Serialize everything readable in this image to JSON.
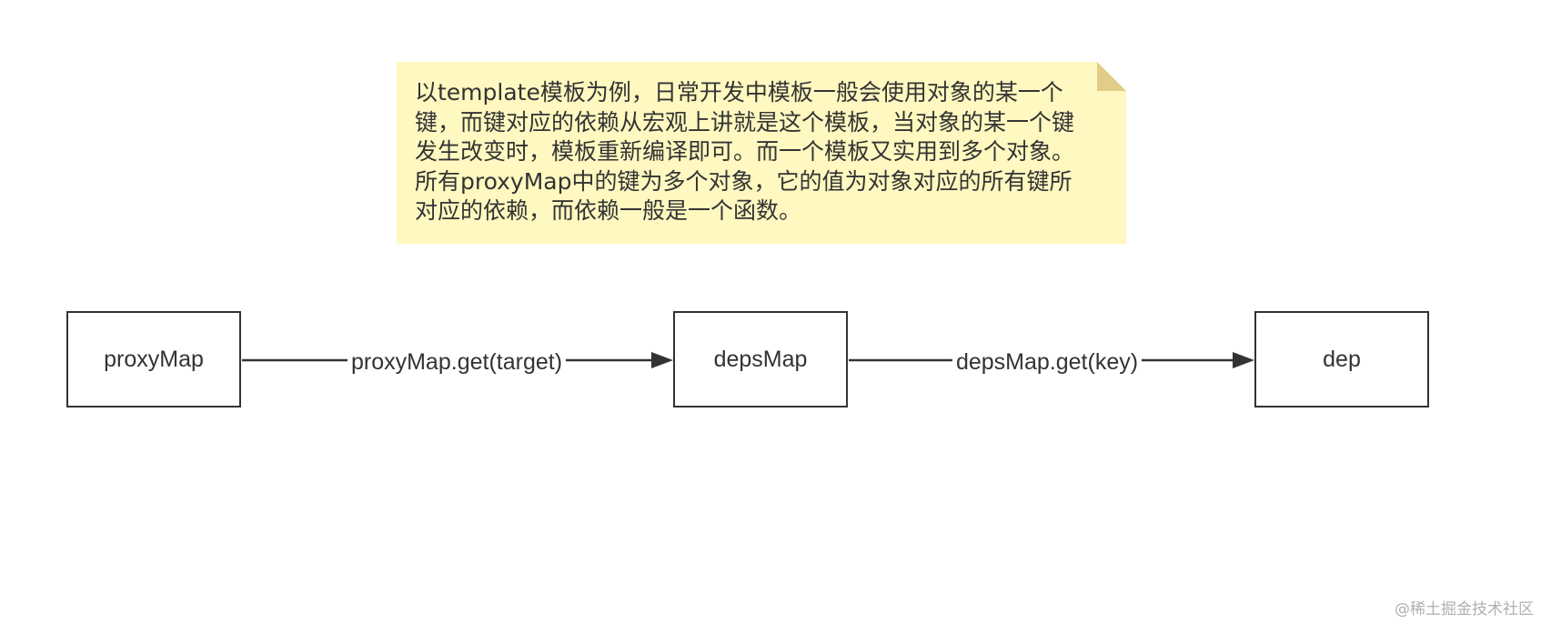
{
  "note": {
    "text": "以template模板为例，日常开发中模板一般会使用对象的某一个\n键，而键对应的依赖从宏观上讲就是这个模板，当对象的某一个键\n发生改变时，模板重新编译即可。而一个模板又实用到多个对象。\n所有proxyMap中的键为多个对象，它的值为对象对应的所有键所\n对应的依赖，而依赖一般是一个函数。",
    "fill_color": "#fff8c0",
    "fold_color": "#e2cd88"
  },
  "nodes": {
    "proxy_map": "proxyMap",
    "deps_map": "depsMap",
    "dep": "dep"
  },
  "edges": {
    "proxy_to_deps": "proxyMap.get(target)",
    "deps_to_dep": "depsMap.get(key)"
  },
  "watermark": "@稀土掘金技术社区",
  "colors": {
    "stroke": "#333333",
    "text": "#333333"
  }
}
